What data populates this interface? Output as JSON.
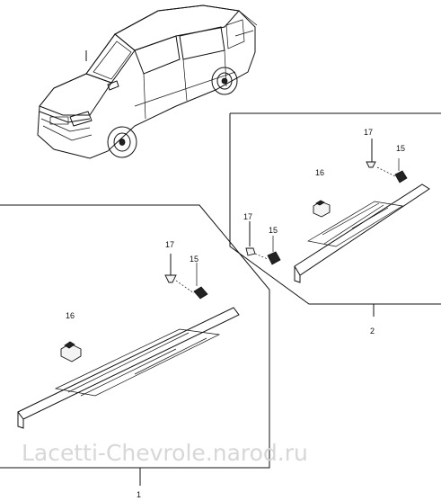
{
  "diagram": {
    "callouts": {
      "assembly_1": "1",
      "assembly_2": "2",
      "a1_p17": "17",
      "a1_p15": "15",
      "a1_p16": "16",
      "a2_p17a": "17",
      "a2_p15a": "15",
      "a2_p16": "16",
      "a2_p17b": "17",
      "a2_p15b": "15"
    },
    "watermark": "Lacetti-Chevrole.narod.ru",
    "illustration_color": "#111111",
    "watermark_color": "#d7d7d7"
  }
}
